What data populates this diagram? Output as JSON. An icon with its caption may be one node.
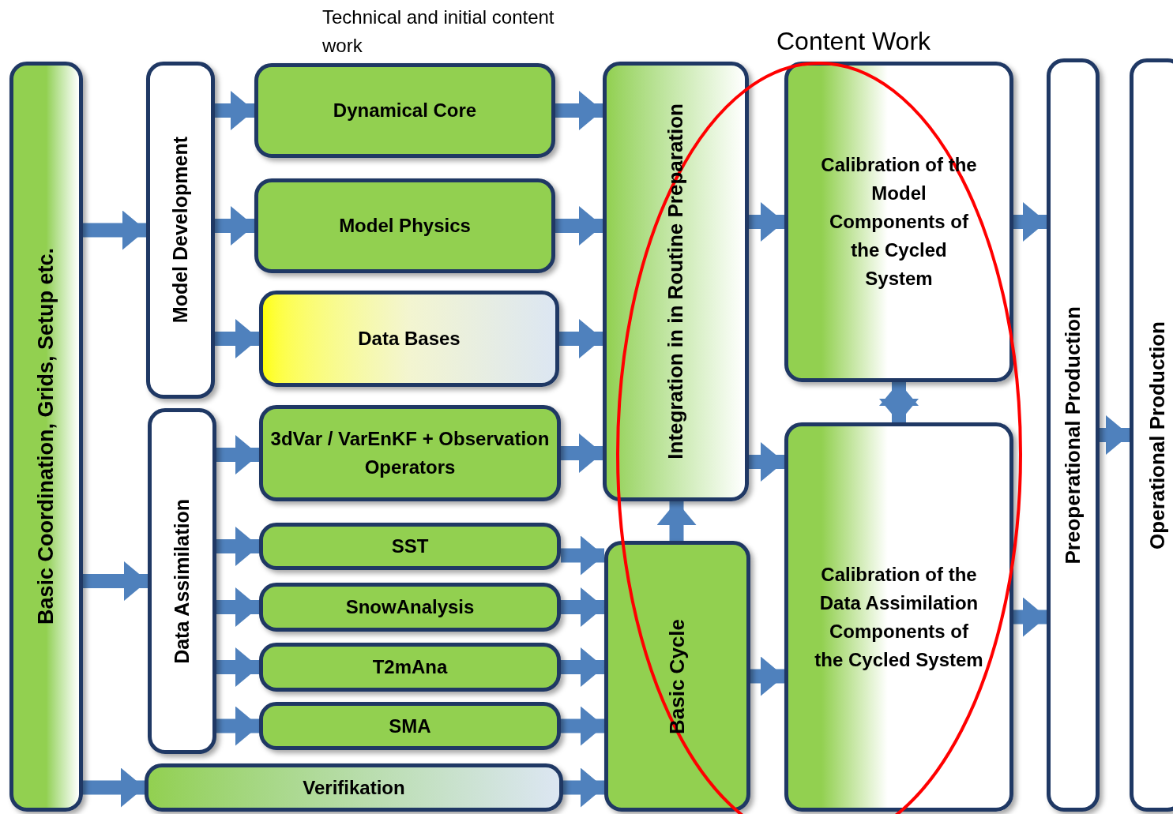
{
  "diagram": {
    "nodes": [
      {
        "text": [
          "Basic Coordination, Grids, Setup etc."
        ]
      },
      {
        "text": [
          "Model Development"
        ]
      },
      {
        "text": [
          "Data Assimilation"
        ]
      },
      {
        "text": [
          "Dynamical Core"
        ]
      },
      {
        "text": [
          "Model Physics"
        ]
      },
      {
        "text": [
          "Data Bases"
        ]
      },
      {
        "text": [
          "3dVar / VarEnKF + Observation Operators"
        ]
      },
      {
        "text": [
          "SST"
        ]
      },
      {
        "text": [
          "SnowAnalysis"
        ]
      },
      {
        "text": [
          "T2mAna"
        ]
      },
      {
        "text": [
          "SMA"
        ]
      },
      {
        "text": [
          "Verifikation"
        ]
      },
      {
        "text": [
          "Integration in in Routine Preparation"
        ]
      },
      {
        "text": [
          "Basic Cycle"
        ]
      },
      {
        "text": [
          "Calibration of the Model Components of the Cycled System"
        ]
      },
      {
        "text": [
          "Calibration of the Data Assimilation Components of the Cycled System"
        ]
      },
      {
        "text": [
          "Preoperational Production"
        ]
      },
      {
        "text": [
          "Operational Production"
        ]
      }
    ],
    "edges": [
      {
        "from": 0,
        "to": 1,
        "arrow": "to"
      },
      {
        "from": 0,
        "to": 2,
        "arrow": "to"
      },
      {
        "from": 0,
        "to": 11,
        "arrow": "to"
      },
      {
        "from": 1,
        "to": 3,
        "arrow": "to"
      },
      {
        "from": 1,
        "to": 4,
        "arrow": "to"
      },
      {
        "from": 1,
        "to": 5,
        "arrow": "to"
      },
      {
        "from": 2,
        "to": 6,
        "arrow": "to"
      },
      {
        "from": 2,
        "to": 7,
        "arrow": "to"
      },
      {
        "from": 2,
        "to": 8,
        "arrow": "to"
      },
      {
        "from": 2,
        "to": 9,
        "arrow": "to"
      },
      {
        "from": 2,
        "to": 10,
        "arrow": "to"
      },
      {
        "from": 3,
        "to": 12,
        "arrow": "to"
      },
      {
        "from": 4,
        "to": 12,
        "arrow": "to"
      },
      {
        "from": 5,
        "to": 12,
        "arrow": "to"
      },
      {
        "from": 6,
        "to": 12,
        "arrow": "to"
      },
      {
        "from": 7,
        "to": 13,
        "arrow": "to"
      },
      {
        "from": 8,
        "to": 13,
        "arrow": "to"
      },
      {
        "from": 9,
        "to": 13,
        "arrow": "to"
      },
      {
        "from": 10,
        "to": 13,
        "arrow": "to"
      },
      {
        "from": 11,
        "to": 13,
        "arrow": "to"
      },
      {
        "from": 13,
        "to": 12,
        "arrow": "to"
      },
      {
        "from": 12,
        "to": 14,
        "arrow": "to"
      },
      {
        "from": 12,
        "to": 15,
        "arrow": "to"
      },
      {
        "from": 13,
        "to": 15,
        "arrow": "to"
      },
      {
        "from": 14,
        "to": 15,
        "arrow": "both"
      },
      {
        "from": 14,
        "to": 16,
        "arrow": "to"
      },
      {
        "from": 15,
        "to": 16,
        "arrow": "to"
      },
      {
        "from": 16,
        "to": 17,
        "arrow": "to"
      }
    ],
    "labels": [
      "Technical and initial content work",
      "Content Work"
    ]
  }
}
